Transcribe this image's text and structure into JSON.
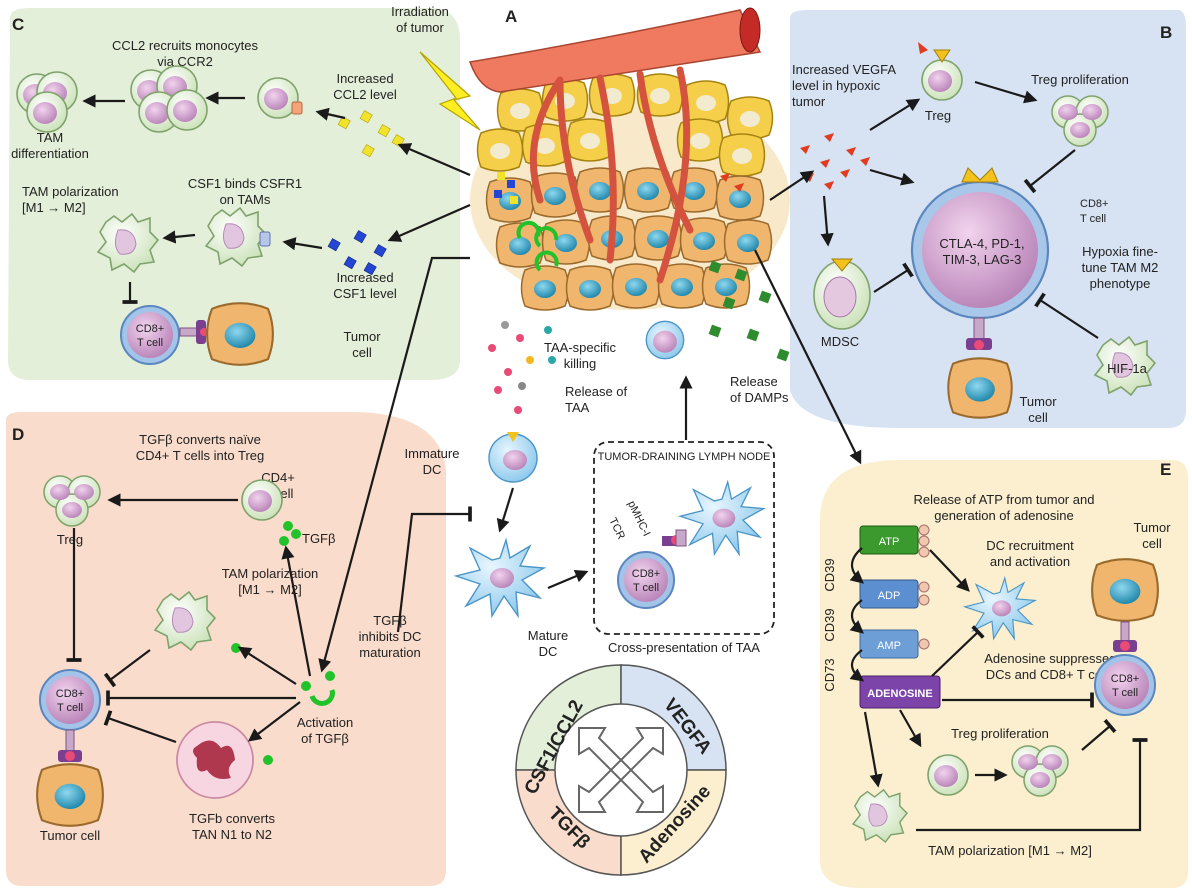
{
  "panels": {
    "A": {
      "letter": "A",
      "irradiation": [
        "Irradiation",
        "of tumor"
      ],
      "release_taa": [
        "Release of",
        "TAA"
      ],
      "taa_killing": [
        "TAA-specific",
        "killing"
      ],
      "release_damps": [
        "Release",
        "of DAMPs"
      ],
      "immature_dc": [
        "Immature",
        "DC"
      ],
      "mature_dc": [
        "Mature",
        "DC"
      ],
      "lymph_node": "TUMOR-DRAINING LYMPH NODE",
      "pmhc": "pMHC-I",
      "tcr": "TCR",
      "cd8": [
        "CD8+",
        "T cell"
      ],
      "cross_presentation": "Cross-presentation of TAA"
    },
    "B": {
      "letter": "B",
      "vegfa": [
        "Increased VEGFA",
        "level in hypoxic",
        "tumor"
      ],
      "treg": "Treg",
      "treg_prolif": "Treg proliferation",
      "cd8": [
        "CD8+",
        "T cell"
      ],
      "checkpoints": [
        "CTLA-4, PD-1,",
        "TIM-3, LAG-3"
      ],
      "hypoxia": [
        "Hypoxia fine-",
        "tune TAM M2",
        "phenotype"
      ],
      "mdsc": "MDSC",
      "hif": "HIF-1a",
      "tumor": [
        "Tumor",
        "cell"
      ]
    },
    "C": {
      "letter": "C",
      "ccl2_recruits": [
        "CCL2 recruits monocytes",
        "via CCR2"
      ],
      "increased_ccl2": [
        "Increased",
        "CCL2 level"
      ],
      "tam_diff": [
        "TAM",
        "differentiation"
      ],
      "csf1_binds": [
        "CSF1 binds CSFR1",
        "on TAMs"
      ],
      "tam_polar": [
        "TAM polarization",
        "[M1 → M2]"
      ],
      "increased_csf1": [
        "Increased",
        "CSF1 level"
      ],
      "cd8": [
        "CD8+",
        "T cell"
      ],
      "tumor": [
        "Tumor",
        "cell"
      ]
    },
    "D": {
      "letter": "D",
      "tgfb_converts": [
        "TGFβ converts naïve",
        "CD4+ T cells into Treg"
      ],
      "treg": "Treg",
      "cd4": [
        "CD4+",
        "T cell"
      ],
      "tgfb": "TGFβ",
      "tam_polar": [
        "TAM polarization",
        "[M1 → M2]"
      ],
      "tgfb_inhibits": [
        "TGFβ",
        "inhibits DC",
        "maturation"
      ],
      "cd8": [
        "CD8+",
        "T cell"
      ],
      "activation": [
        "Activation",
        "of TGFβ"
      ],
      "tumor": "Tumor cell",
      "tan": [
        "TGFb converts",
        "TAN N1 to N2"
      ]
    },
    "E": {
      "letter": "E",
      "release_atp": [
        "Release of ATP from tumor and",
        "generation of adenosine"
      ],
      "atp": "ATP",
      "adp": "ADP",
      "amp": "AMP",
      "adenosine": "ADENOSINE",
      "cd39a": "CD39",
      "cd39b": "CD39",
      "cd73": "CD73",
      "dc_recruit": [
        "DC recruitment",
        "and activation"
      ],
      "tumor": [
        "Tumor",
        "cell"
      ],
      "cd8": [
        "CD8+",
        "T cell"
      ],
      "suppress": [
        "Adenosine suppresses",
        "DCs and CD8+ T cells"
      ],
      "treg_prolif": "Treg proliferation",
      "tam_polar": "TAM polarization [M1 → M2]"
    },
    "wheel": {
      "csf1": "CSF1/CCL2",
      "vegfa": "VEGFA",
      "tgfb": "TGFβ",
      "adenosine": "Adenosine"
    }
  },
  "colors": {
    "panel_c": "#e4efd9",
    "panel_b": "#d7e3f3",
    "panel_d": "#f9dccb",
    "panel_e": "#fbefcf",
    "tumor_cell": "#f0b66e",
    "yellow_cell": "#f6cf4a",
    "nucleus": "#2a9fc1",
    "vessel": "#ef7a5f",
    "atp": "#3a9a2e",
    "adp": "#5c8fd0",
    "amp": "#6d9fd6",
    "adenosine": "#7c43a8",
    "tgfb_dot": "#22c22a",
    "vegfa_tri": "#e23b1f",
    "ccl2_sq": "#f1e22a",
    "csf1_sq": "#2446d3"
  }
}
